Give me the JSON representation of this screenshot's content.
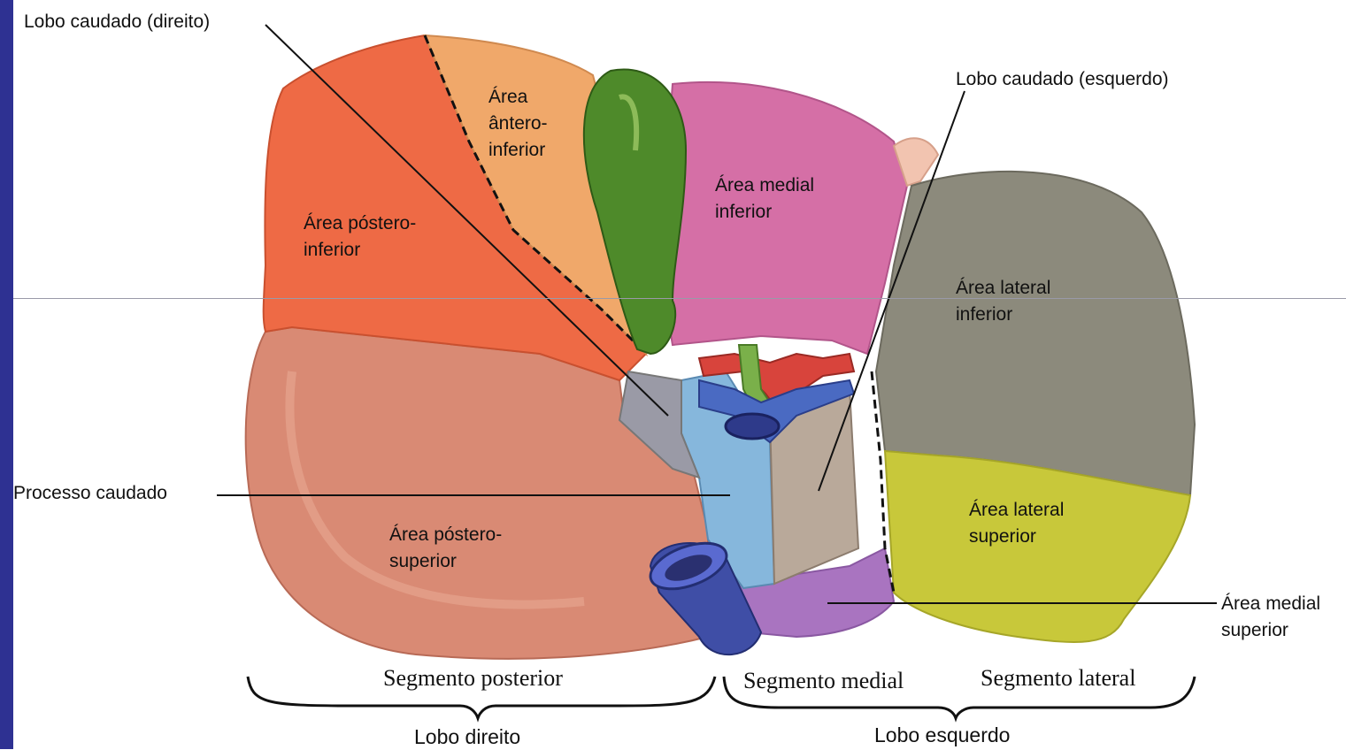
{
  "labels": {
    "lobo_caudado_direito": "Lobo caudado (direito)",
    "lobo_caudado_esquerdo": "Lobo caudado (esquerdo)",
    "area_antero_inferior": [
      "Área",
      "ântero-",
      "inferior"
    ],
    "area_medial_inferior": [
      "Área medial",
      "inferior"
    ],
    "area_postero_inferior": [
      "Área póstero-",
      "inferior"
    ],
    "area_lateral_inferior": [
      "Área lateral",
      "inferior"
    ],
    "processo_caudado": "Processo caudado",
    "area_postero_superior": [
      "Área póstero-",
      "superior"
    ],
    "area_lateral_superior": [
      "Área lateral",
      "superior"
    ],
    "area_medial_superior": [
      "Área medial",
      "superior"
    ]
  },
  "segments": {
    "posterior": "Segmento posterior",
    "medial": "Segmento medial",
    "lateral": "Segmento lateral"
  },
  "lobes": {
    "direito": "Lobo direito",
    "esquerdo": "Lobo esquerdo"
  },
  "colors": {
    "side_bar": "#2e3192",
    "postero_inferior": "#ee6a45",
    "antero_inferior": "#f0a86a",
    "postero_superior": "#d98a74",
    "medial_inferior": "#d56fa6",
    "medial_superior": "#a974c0",
    "lateral_inferior": "#8c8a7c",
    "lateral_superior": "#c8c83a",
    "gallbladder": "#4e8a2a",
    "vena_cava": "#3f4ea6",
    "caudate_left": "#b9a99a",
    "caudate_process": "#86b7dc"
  }
}
